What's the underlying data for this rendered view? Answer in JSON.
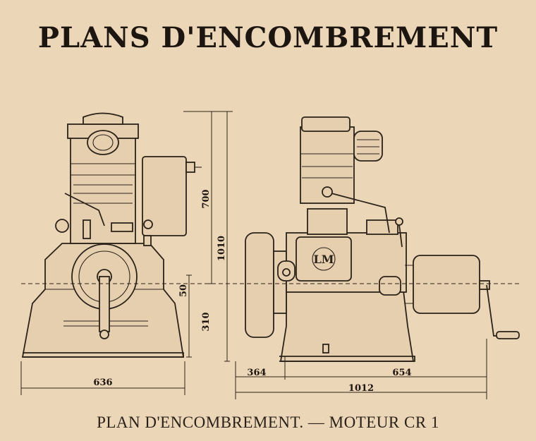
{
  "title": "PLANS D'ENCOMBREMENT",
  "caption": "PLAN D'ENCOMBREMENT. — MOTEUR CR 1",
  "logo_text": "LM",
  "dimensions": {
    "height_top": "700",
    "height_total": "1010",
    "height_mid": "50",
    "height_base": "310",
    "width_front": "636",
    "width_left": "364",
    "width_right": "654",
    "width_total": "1012"
  },
  "colors": {
    "paper": "#ecd6b8",
    "ink": "#2b2219"
  }
}
